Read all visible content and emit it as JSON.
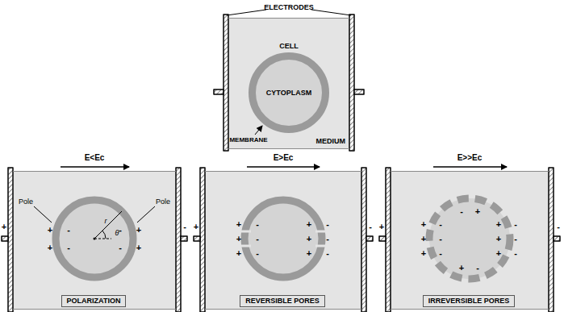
{
  "diagram": {
    "nodes": [
      {
        "text": [
          "MEDIUM"
        ]
      },
      {
        "text": [
          "CELL",
          "CYTOPLASM"
        ],
        "in": 0
      },
      {
        "text": [
          "POLARIZATION"
        ]
      },
      {
        "text": [
          "REVERSIBLE PORES"
        ]
      },
      {
        "text": [
          "IRREVERSIBLE PORES"
        ]
      }
    ],
    "labels": [
      "ELECTRODES",
      "MEMBRANE",
      "E<Ec",
      "+",
      "Pole",
      "Pole",
      "r",
      "θ",
      "-",
      "+",
      "-",
      "+",
      "-",
      "-",
      "+",
      "-",
      "+",
      "E>Ec",
      "+",
      "-",
      "+",
      "-",
      "+",
      "-",
      "+",
      "-",
      "+",
      "-",
      "+",
      "-",
      "+",
      "-",
      "E>>Ec",
      "+",
      "-",
      "+",
      "-",
      "+",
      "-",
      "+",
      "-",
      "+",
      "-",
      "+",
      "-",
      "+",
      "-",
      "-",
      "+",
      "+",
      "-"
    ]
  }
}
